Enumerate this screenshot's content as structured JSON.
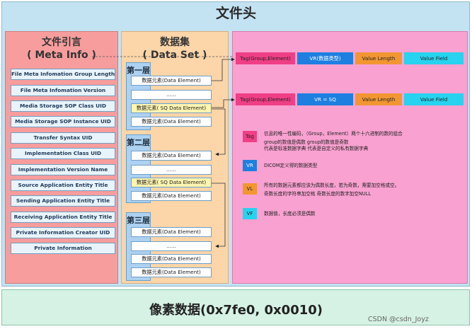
{
  "header": {
    "title": "文件头"
  },
  "meta": {
    "title_cn": "文件引言",
    "title_en": "( Meta Info )",
    "items": [
      "File Meta Infomation Group Length",
      "File Meta Infomation Version",
      "Media Storage SOP Class UID",
      "Media Storage SOP Instance UID",
      "Transfer Syntax UID",
      "Implementation Class UID",
      "Implementation Version Name",
      "Source Application Entity Title",
      "Sending Application Entity Title",
      "Receiving Application Entity Title",
      "Private Information Creator UID",
      "Private Information"
    ]
  },
  "dataset": {
    "title_cn": "数据集",
    "title_en": "( Data Set )",
    "layers": [
      {
        "title": "第一层",
        "items": [
          "数据元素(Data Element)",
          "......",
          "数据元素( SQ Data Element)",
          "数据元素(Data Element)"
        ]
      },
      {
        "title": "第二层",
        "items": [
          "数据元素(Data Element)",
          "......",
          "数据元素( SQ Data Element)",
          "数据元素(Data Element)"
        ]
      },
      {
        "title": "第三层",
        "items": [
          "数据元素(Data Element)",
          "......",
          "数据元素(Data Element)",
          "数据元素(Data Element)"
        ]
      }
    ]
  },
  "structure": {
    "row1": [
      "Tag(Group,Element)",
      "VR(数据类型)",
      "Value Length",
      "Value Field"
    ],
    "row2": [
      "Tag(Group,Element)",
      "VR = SQ",
      "Value Length",
      "Value Field"
    ]
  },
  "legend": {
    "tag": {
      "label": "Tag",
      "lines": [
        "信息的唯一性编码，（Group，Element）两个十六进制的数的组合",
        "group的数值是偶数                    group的数值是奇数",
        "代表是标准数据字典                    代表是自定义的私有数据字典"
      ]
    },
    "vr": {
      "label": "VR",
      "lines": [
        "DICOM定义得的数据类型"
      ]
    },
    "vl": {
      "label": "VL",
      "lines": [
        "所有的数据元素都应该为偶数长度，若为奇数，需要加空格或空。",
        "奇数长度的字符串加空格                奇数长度的数字加空NULL"
      ]
    },
    "vf": {
      "label": "VF",
      "lines": [
        "数据值，长度必须是偶数"
      ]
    }
  },
  "colors": {
    "tag": "#ef3f86",
    "vr": "#1e7fe0",
    "vl": "#f29632",
    "vf": "#27d3ee"
  },
  "pixel": {
    "title": "像素数据(0x7fe0, 0x0010)"
  },
  "watermark": "CSDN @csdn_Joyz"
}
